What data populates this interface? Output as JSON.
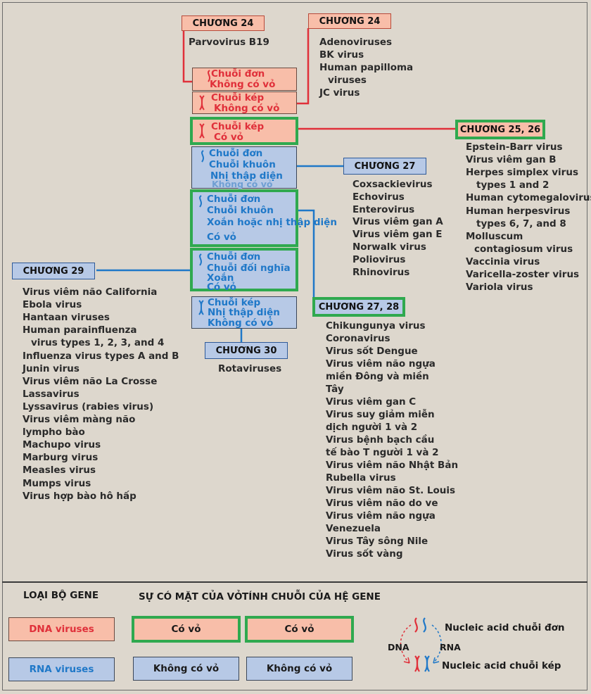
{
  "chapters": {
    "c24_left": "CHƯƠNG 24",
    "c24_right": "CHƯƠNG 24",
    "c2526": "CHƯƠNG 25, 26",
    "c27": "CHƯƠNG 27",
    "c29": "CHƯƠNG 29",
    "c2728": "CHƯƠNG 27, 28",
    "c30": "CHƯƠNG 30"
  },
  "center_boxes": {
    "b1": [
      "Chuỗi đơn",
      "Không có vỏ"
    ],
    "b2": [
      "Chuỗi kép",
      "Không có vỏ"
    ],
    "b3": [
      "Chuỗi kép",
      "Có vỏ"
    ],
    "b4": [
      "Chuỗi đơn",
      "Chuỗi khuôn",
      "Nhị thập diện",
      "Không có vỏ"
    ],
    "b5": [
      "Chuỗi đơn",
      "Chuỗi khuôn",
      "Xoắn hoặc nhị thập diện",
      "Có vỏ"
    ],
    "b6": [
      "Chuỗi đơn",
      "Chuỗi đối nghĩa",
      "Xoắn",
      "Có vỏ"
    ],
    "b7": [
      "Chuỗi kép",
      "Nhị thập diện",
      "Không có vỏ"
    ]
  },
  "lists": {
    "c24_left": [
      "Parvovirus B19"
    ],
    "c24_right": [
      "Adenoviruses",
      "BK virus",
      "Human papilloma",
      "viruses",
      "JC virus"
    ],
    "c2526": [
      "Epstein-Barr virus",
      "Virus viêm gan B",
      "Herpes simplex virus",
      "types 1 and 2",
      "Human cytomegalovirus",
      "Human herpesvirus",
      "types 6, 7, and 8",
      "Molluscum",
      "contagiosum virus",
      "Vaccinia virus",
      "Varicella-zoster virus",
      "Variola virus"
    ],
    "c27": [
      "Coxsackievirus",
      "Echovirus",
      "Enterovirus",
      "Virus viêm gan A",
      "Virus viêm gan E",
      "Norwalk virus",
      "Poliovirus",
      "Rhinovirus"
    ],
    "c29": [
      "Virus viêm não California",
      "Ebola virus",
      "Hantaan viruses",
      "Human parainfluenza",
      "virus types 1, 2, 3, and 4",
      "Influenza virus types A and B",
      "Junin virus",
      "Virus viêm não La Crosse",
      "Lassavirus",
      "Lyssavirus (rabies virus)",
      "Virus viêm màng não",
      "lympho bào",
      "Machupo virus",
      "Marburg virus",
      "Measles virus",
      "Mumps virus",
      "Virus hợp bào hô hấp"
    ],
    "c2728": [
      "Chikungunya virus",
      "Coronavirus",
      "Virus sốt Dengue",
      "Virus viêm não ngựa",
      "miền Đông và miền",
      "Tây",
      "Virus viêm gan C",
      "Virus suy giảm miễn",
      "dịch người 1 và 2",
      "Virus bệnh bạch cầu",
      "tế bào T người 1 và 2",
      "Virus viêm não Nhật Bản",
      "Rubella virus",
      "Virus viêm não St. Louis",
      "Virus viêm não do ve",
      "Virus viêm não ngựa",
      "Venezuela",
      "Virus Tây sông Nile",
      "Virus sốt vàng"
    ],
    "c30": [
      "Rotaviruses"
    ]
  },
  "legend": {
    "h_genome": "LOẠI BỘ GENE",
    "h_envelope": "SỰ CÓ MẶT CỦA VỎ",
    "h_strand": "TÍNH CHUỖI CỦA HỆ GENE",
    "dna": "DNA viruses",
    "rna": "RNA viruses",
    "env_yes_1": "Có vỏ",
    "env_yes_2": "Có vỏ",
    "env_no_1": "Không có vỏ",
    "env_no_2": "Không có vỏ",
    "single": "Nucleic acid chuỗi đơn",
    "double": "Nucleic acid chuỗi kép",
    "dna_label": "DNA",
    "rna_label": "RNA"
  },
  "colors": {
    "dna_fill": "#f8bea9",
    "rna_fill": "#b7c9e6",
    "envelope_border": "#2fa94f",
    "dna_line": "#e0303a",
    "rna_line": "#1f78c8"
  }
}
